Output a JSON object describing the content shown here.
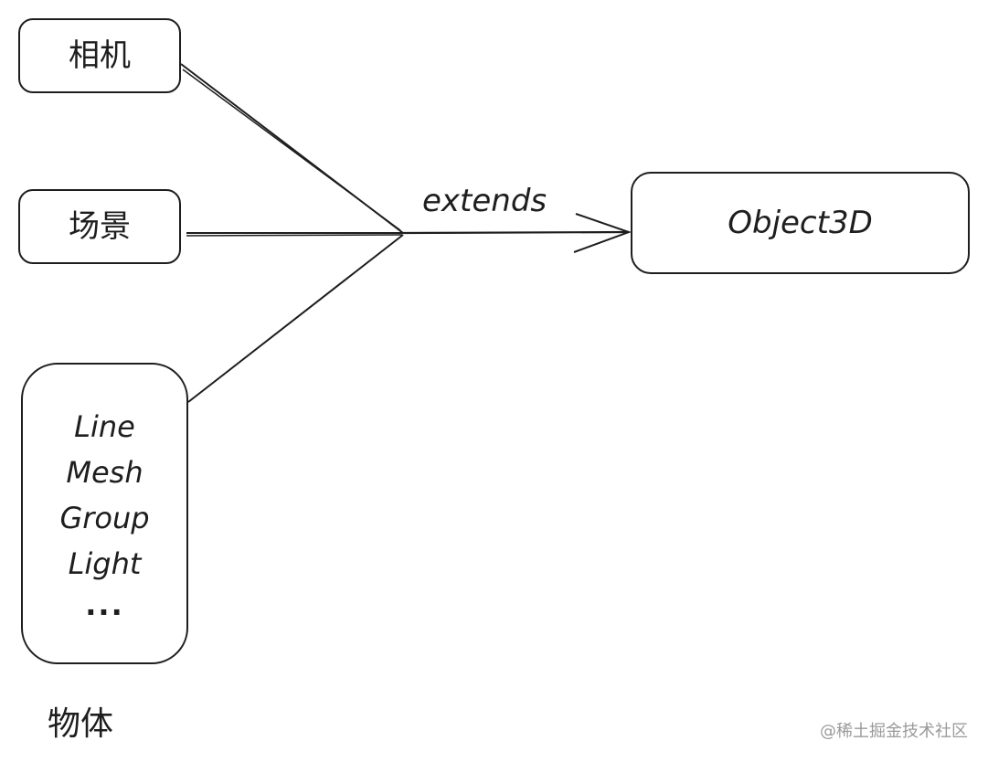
{
  "diagram": {
    "nodes": {
      "camera": {
        "label": "相机"
      },
      "scene": {
        "label": "场景"
      },
      "objects": {
        "items": [
          "Line",
          "Mesh",
          "Group",
          "Light"
        ],
        "ellipsis": "...",
        "caption": "物体"
      },
      "object3d": {
        "label": "Object3D"
      }
    },
    "edge": {
      "label": "extends",
      "from": [
        "camera",
        "scene",
        "objects"
      ],
      "to": "object3d"
    },
    "colors": {
      "stroke": "#1e1e1e",
      "background": "#ffffff",
      "watermark": "#9a9a9a"
    }
  },
  "watermark": "@稀土掘金技术社区"
}
